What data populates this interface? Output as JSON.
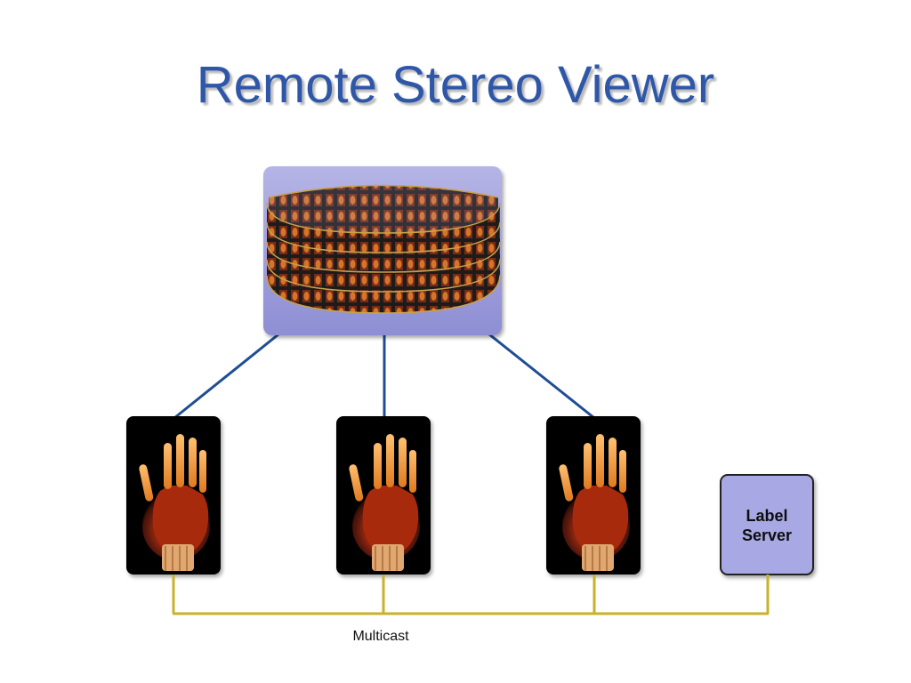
{
  "slide": {
    "title": "Remote Stereo Viewer"
  },
  "diagram": {
    "server_node": {
      "name": "stereo-image-ring",
      "background": "#a3a3dd"
    },
    "viewer_nodes": [
      "hand-volume-view-1",
      "hand-volume-view-2",
      "hand-volume-view-3"
    ],
    "label_server": {
      "line1": "Label",
      "line2": "Server",
      "fill": "#a8a8e4"
    },
    "bus": {
      "label": "Multicast",
      "color": "#c8b22c"
    },
    "link_color": "#1f4e96",
    "title_color": "#2f57a8"
  }
}
